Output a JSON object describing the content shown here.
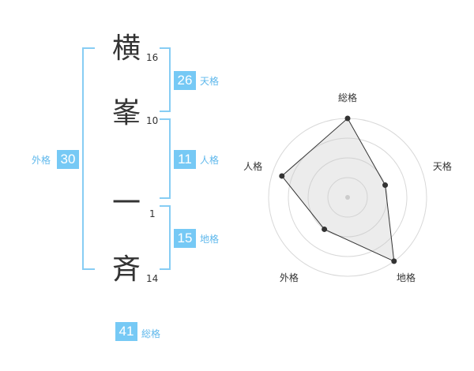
{
  "name": {
    "chars": [
      {
        "char": "横",
        "strokes": "16"
      },
      {
        "char": "峯",
        "strokes": "10"
      },
      {
        "char": "一",
        "strokes": "1"
      },
      {
        "char": "斉",
        "strokes": "14"
      }
    ]
  },
  "kaku": {
    "tenkaku": {
      "value": "26",
      "label": "天格"
    },
    "jinkaku": {
      "value": "11",
      "label": "人格"
    },
    "chikaku": {
      "value": "15",
      "label": "地格"
    },
    "gaikaku": {
      "value": "30",
      "label": "外格"
    },
    "soukaku": {
      "value": "41",
      "label": "総格"
    }
  },
  "chart_data": {
    "type": "radar",
    "axes": [
      "総格",
      "天格",
      "地格",
      "外格",
      "人格"
    ],
    "values": [
      4,
      2,
      4,
      2,
      3.5
    ],
    "rlim": [
      0,
      4
    ],
    "grid": true
  },
  "colors": {
    "accent": "#76c9f5",
    "bracket": "#87cdf4",
    "text": "#333333"
  }
}
